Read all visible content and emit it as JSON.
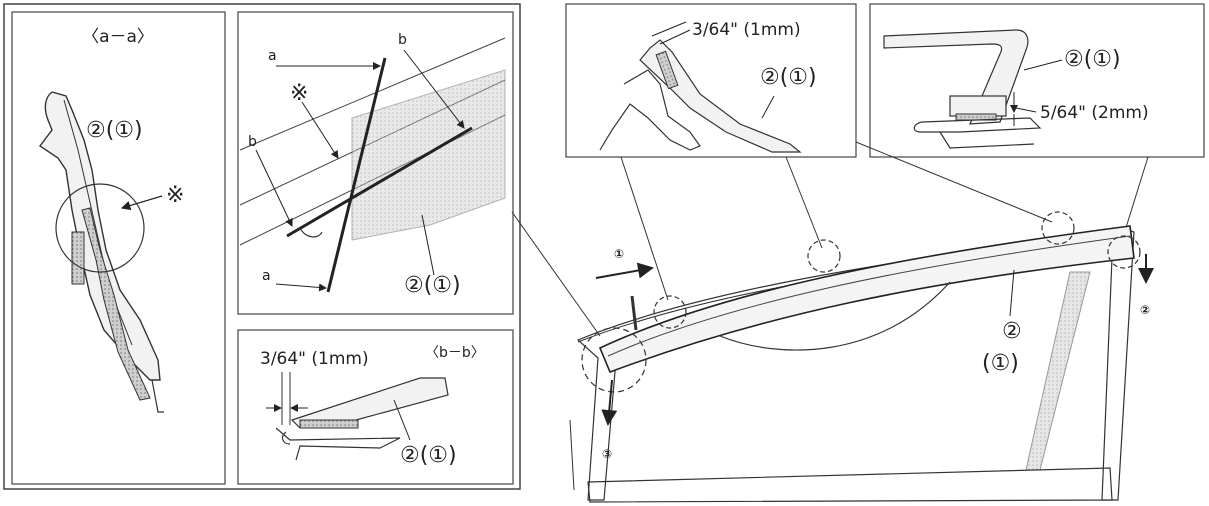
{
  "section_aa": {
    "title": "〈a－a〉",
    "part_label": "②(①)",
    "note_mark": "※"
  },
  "section_diag": {
    "label_a_top": "a",
    "label_a_bottom": "a",
    "label_b_left": "b",
    "label_b_right": "b",
    "note_mark": "※",
    "part_label": "②(①)"
  },
  "section_bb": {
    "title": "〈b－b〉",
    "dimension": "3/64\" (1mm)",
    "part_label": "②(①)"
  },
  "detail_left": {
    "dimension": "3/64\" (1mm)",
    "part_label": "②(①)"
  },
  "detail_right": {
    "part_label": "②(①)",
    "dimension": "5/64\" (2mm)"
  },
  "main_view": {
    "step_1": "①",
    "step_2": "②",
    "step_3": "③",
    "part_label_top": "②",
    "part_label_bottom": "(①)"
  }
}
